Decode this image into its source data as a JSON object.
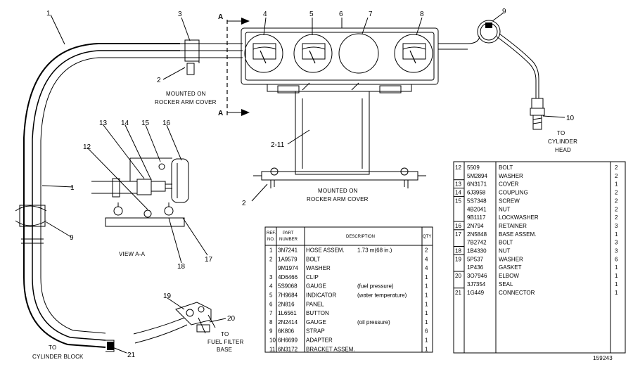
{
  "callouts": [
    "1",
    "2",
    "3",
    "4",
    "5",
    "6",
    "7",
    "8",
    "9",
    "10",
    "11",
    "12",
    "13",
    "14",
    "15",
    "16",
    "17",
    "18",
    "19",
    "20",
    "21"
  ],
  "section_letter": "A",
  "labels": {
    "mounted_on": "MOUNTED ON",
    "rocker_arm_cover": "ROCKER ARM COVER",
    "to": "TO",
    "cylinder": "CYLINDER",
    "head": "HEAD",
    "view_aa": "VIEW A-A",
    "cylinder_block": "CYLINDER BLOCK",
    "fuel_filter": "FUEL FILTER",
    "base": "BASE",
    "figure_number": "159243",
    "callout_2_11": "2-11"
  },
  "left_table": {
    "headers": {
      "ref_no": [
        "REF.",
        "NO."
      ],
      "part_number": [
        "PART",
        "NUMBER"
      ],
      "description": "DESCRIPTION",
      "qty": "QTY"
    },
    "rows": [
      {
        "ref": "1",
        "part": "3N7241",
        "desc": "HOSE ASSEM.",
        "note": "1.73 m(68 in.)",
        "qty": "2"
      },
      {
        "ref": "2",
        "part": "1A9579",
        "desc": "BOLT",
        "note": "",
        "qty": "4"
      },
      {
        "ref": "",
        "part": "9M1974",
        "desc": "WASHER",
        "note": "",
        "qty": "4"
      },
      {
        "ref": "3",
        "part": "4D6466",
        "desc": "CLIP",
        "note": "",
        "qty": "1"
      },
      {
        "ref": "4",
        "part": "5S9068",
        "desc": "GAUGE",
        "note": "(fuel pressure)",
        "qty": "1"
      },
      {
        "ref": "5",
        "part": "7H9684",
        "desc": "INDICATOR",
        "note": "(water temperature)",
        "qty": "1"
      },
      {
        "ref": "6",
        "part": "2N816",
        "desc": "PANEL",
        "note": "",
        "qty": "1"
      },
      {
        "ref": "7",
        "part": "1L6561",
        "desc": "BUTTON",
        "note": "",
        "qty": "1"
      },
      {
        "ref": "8",
        "part": "2N2414",
        "desc": "GAUGE",
        "note": "(oil pressure)",
        "qty": "1"
      },
      {
        "ref": "9",
        "part": "6K806",
        "desc": "STRAP",
        "note": "",
        "qty": "6"
      },
      {
        "ref": "10",
        "part": "6H6699",
        "desc": "ADAPTER",
        "note": "",
        "qty": "1"
      },
      {
        "ref": "11",
        "part": "6N3172",
        "desc": "BRACKET ASSEM.",
        "note": "",
        "qty": "1"
      }
    ]
  },
  "right_table": {
    "rows": [
      {
        "ref": "12",
        "part": "5509",
        "desc": "BOLT",
        "qty": "2"
      },
      {
        "ref": "",
        "part": "5M2894",
        "desc": "WASHER",
        "qty": "2"
      },
      {
        "ref": "13",
        "part": "6N3171",
        "desc": "COVER",
        "qty": "1"
      },
      {
        "ref": "14",
        "part": "6J3958",
        "desc": "COUPLING",
        "qty": "2"
      },
      {
        "ref": "15",
        "part": "5S7348",
        "desc": "SCREW",
        "qty": "2"
      },
      {
        "ref": "",
        "part": "4B2041",
        "desc": "NUT",
        "qty": "2"
      },
      {
        "ref": "",
        "part": "9B1117",
        "desc": "LOCKWASHER",
        "qty": "2"
      },
      {
        "ref": "16",
        "part": "2N794",
        "desc": "RETAINER",
        "qty": "3"
      },
      {
        "ref": "17",
        "part": "2N5848",
        "desc": "BASE ASSEM.",
        "qty": "1"
      },
      {
        "ref": "",
        "part": "7B2742",
        "desc": "BOLT",
        "qty": "3"
      },
      {
        "ref": "18",
        "part": "1B4330",
        "desc": "NUT",
        "qty": "3"
      },
      {
        "ref": "19",
        "part": "5P537",
        "desc": "WASHER",
        "qty": "6"
      },
      {
        "ref": "",
        "part": "1P436",
        "desc": "GASKET",
        "qty": "1"
      },
      {
        "ref": "20",
        "part": "3O7946",
        "desc": "ELBOW",
        "qty": "1"
      },
      {
        "ref": "",
        "part": "3J7354",
        "desc": "SEAL",
        "qty": "1"
      },
      {
        "ref": "21",
        "part": "1G449",
        "desc": "CONNECTOR",
        "qty": "1"
      }
    ]
  }
}
